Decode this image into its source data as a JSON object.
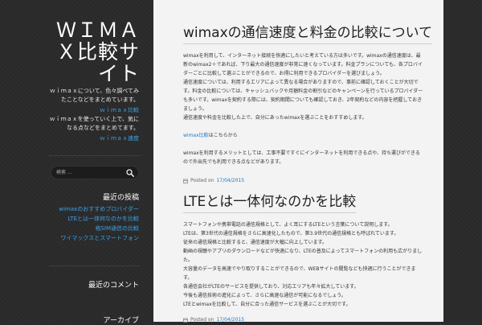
{
  "site": {
    "title": "ＷＩＭＡＸ比較サイト",
    "description_1": "ｗｉｍａｘについて、色々調べてみたことなどをまとめています。",
    "link_1": "ｗｉｍａｘ比較",
    "description_2": "ｗｉｍａｘを使っていく上で、気になる点などをまとめてます。",
    "link_2": "ｗｉｍａｘ速度"
  },
  "search": {
    "placeholder": "検索 …"
  },
  "widgets": {
    "recent_title": "最近の投稿",
    "recent_items": [
      "wimaxのおすすめプロバイダー",
      "LTEとは一体何なのかを比較",
      "格SIM通信の比較",
      "ワイマックスとスマートフォン"
    ],
    "comments_title": "最近のコメント",
    "archive_title": "アーカイブ"
  },
  "posts": [
    {
      "title": "wimaxの通信速度と料金の比較について",
      "paragraph_1": "wimaxを利用して、インターネット接続を快適にしたいと考えている方は多いです。wimaxの通信速度は、最新のwimax2＋であれば、下り最大の通信速度が非常に速くなっています。料金プランについても、各プロバイダーごとに比較して選ぶことができるので、お得に利用できるプロバイダーを選びましょう。",
      "paragraph_2": "通信速度については、利用するエリアによって異なる場合がありますので、事前に確認しておくことが大切です。料金の比較については、キャッシュバックや月額料金の割引などのキャンペーンを行っているプロバイダーも多いです。wimaxを契約する際には、契約期間についても確認しておき、2年契約などの内容を把握しておきましょう。",
      "paragraph_3": "通信速度や料金を比較した上で、自分にあったwimaxを選ぶことをおすすめします。",
      "link_text": "wimax比較",
      "link_suffix": "はこちらから",
      "paragraph_4": "wimaxを利用するメリットとしては、工事不要ですぐにインターネットを利用できる点や、持ち運びができるので外出先でも利用できる点などがあります。",
      "posted_label": "Posted on",
      "date": "17/04/2015"
    },
    {
      "title": "LTEとは一体何なのかを比較",
      "lines": [
        "スマートフォンや携帯電話の通信規格として、よく耳にするLTEという言葉について説明します。",
        "LTEは、第3世代の通信規格をさらに高速化したもので、第3.9世代の通信規格とも呼ばれています。",
        "従来の通信規格と比較すると、通信速度が大幅に向上しています。",
        "動画の視聴やアプリのダウンロードなどが快適になり、LTEの普及によってスマートフォンの利用も広がりました。",
        "大容量のデータを高速でやり取りすることができるので、WEBサイトの閲覧なども快適に行うことができます。",
        "各通信会社がLTEのサービスを提供しており、対応エリアも年々拡大しています。",
        "今後も通信技術の進化によって、さらに高速な通信が可能になるでしょう。",
        "LTEとwimaxを比較して、自分に合った通信サービスを選ぶことが大切です。"
      ],
      "posted_label": "Posted on",
      "date": "17/04/2015"
    }
  ]
}
